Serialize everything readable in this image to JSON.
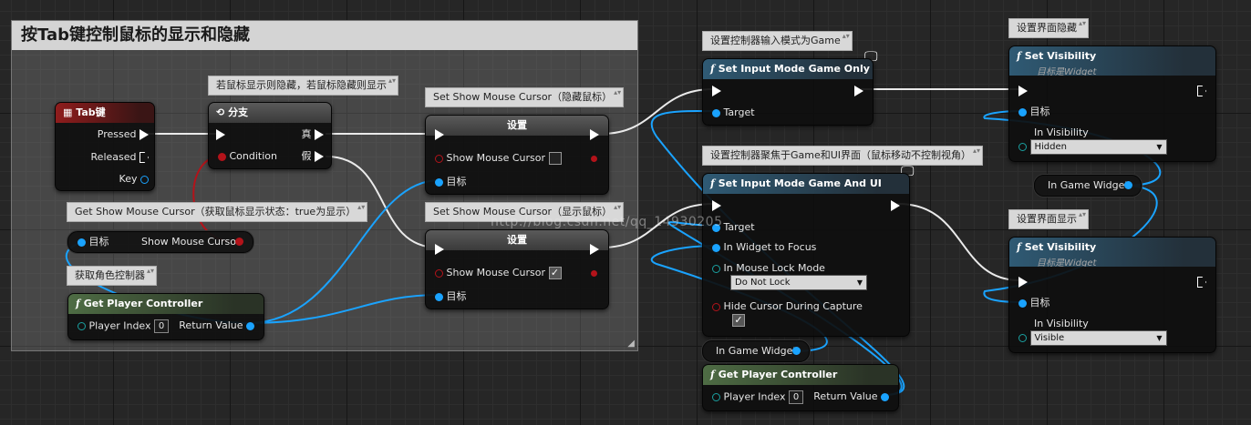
{
  "comment": {
    "title": "按Tab键控制鼠标的显示和隐藏"
  },
  "tooltips": {
    "branch": "若鼠标显示则隐藏，若鼠标隐藏则显示",
    "set_hide": "Set Show Mouse Cursor（隐藏鼠标）",
    "set_show": "Set Show Mouse Cursor（显示鼠标）",
    "get_cursor": "Get Show Mouse Cursor（获取鼠标显示状态：true为显示）",
    "get_controller": "获取角色控制器",
    "input_game": "设置控制器输入模式为Game",
    "input_game_ui": "设置控制器聚焦于Game和UI界面（鼠标移动不控制视角）",
    "vis_hide": "设置界面隐藏",
    "vis_show": "设置界面显示"
  },
  "nodes": {
    "tab_key": {
      "title": "Tab键",
      "pressed": "Pressed",
      "released": "Released",
      "key": "Key"
    },
    "branch": {
      "title": "分支",
      "condition": "Condition",
      "true": "真",
      "false": "假"
    },
    "set_hide": {
      "title": "设置",
      "show_cursor": "Show Mouse Cursor",
      "target": "目标",
      "checked": false
    },
    "set_show": {
      "title": "设置",
      "show_cursor": "Show Mouse Cursor",
      "target": "目标",
      "checked": true
    },
    "get_cursor": {
      "target": "目标",
      "show_cursor": "Show Mouse Cursor"
    },
    "get_pc_1": {
      "title": "Get Player Controller",
      "player_index": "Player Index",
      "index_value": "0",
      "return_value": "Return Value"
    },
    "input_game_only": {
      "title": "Set Input Mode Game Only",
      "target": "Target"
    },
    "input_game_ui": {
      "title": "Set Input Mode Game And UI",
      "target": "Target",
      "widget_focus": "In Widget to Focus",
      "lock_mode": "In Mouse Lock Mode",
      "lock_value": "Do Not Lock",
      "hide_cursor": "Hide Cursor During Capture",
      "hide_checked": true
    },
    "in_game_widget_1": {
      "label": "In Game Widget"
    },
    "in_game_widget_2": {
      "label": "In Game Widget"
    },
    "get_pc_2": {
      "title": "Get Player Controller",
      "player_index": "Player Index",
      "index_value": "0",
      "return_value": "Return Value"
    },
    "vis_hide": {
      "title": "Set Visibility",
      "subtitle": "目标是Widget",
      "target": "目标",
      "in_visibility": "In Visibility",
      "value": "Hidden"
    },
    "vis_show": {
      "title": "Set Visibility",
      "subtitle": "目标是Widget",
      "target": "目标",
      "in_visibility": "In Visibility",
      "value": "Visible"
    }
  },
  "watermark": "http://blog.csdn.net/qq_14930205",
  "colors": {
    "exec": "#ffffff",
    "object_pin": "#1aa3ff",
    "bool_pin": "#b3131a",
    "function_header": "#2f5a74",
    "pure_header": "#4e6c44",
    "event_header": "#8f1c1c"
  }
}
